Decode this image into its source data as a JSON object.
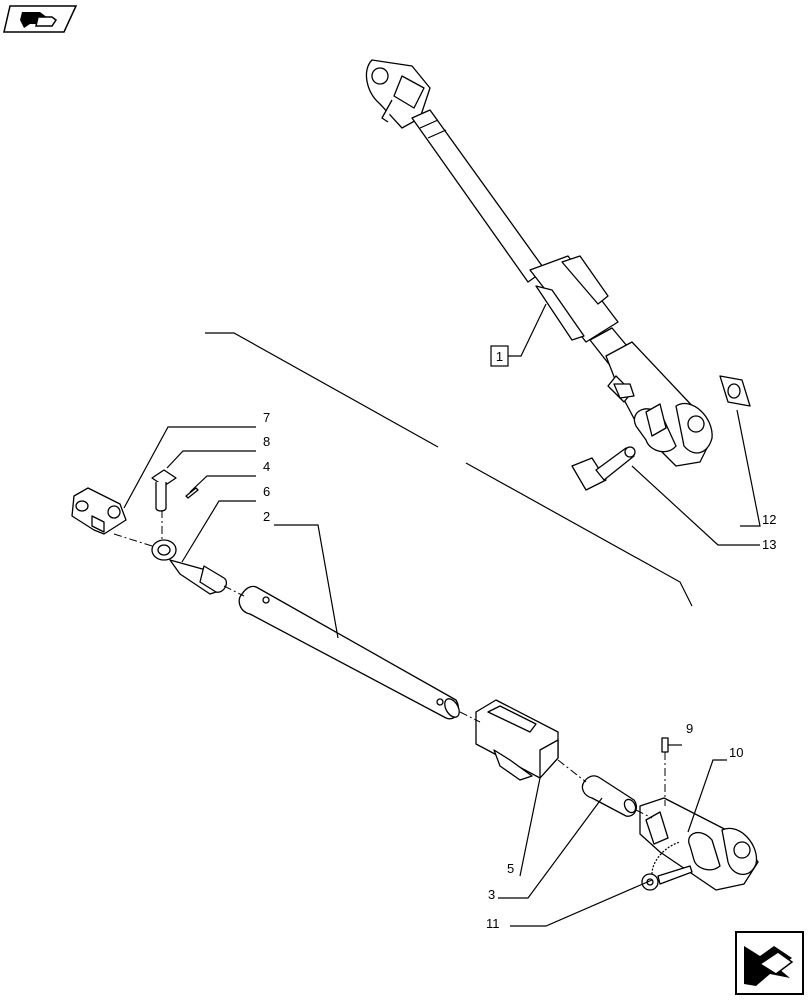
{
  "labels": {
    "p1": "1",
    "p2": "2",
    "p3": "3",
    "p4": "4",
    "p5": "5",
    "p6": "6",
    "p7": "7",
    "p8": "8",
    "p9": "9",
    "p10": "10",
    "p11": "11",
    "p12": "12",
    "p13": "13"
  },
  "icons": {
    "top_left": "page-back-icon",
    "bottom_right": "next-page-arrow-icon"
  }
}
